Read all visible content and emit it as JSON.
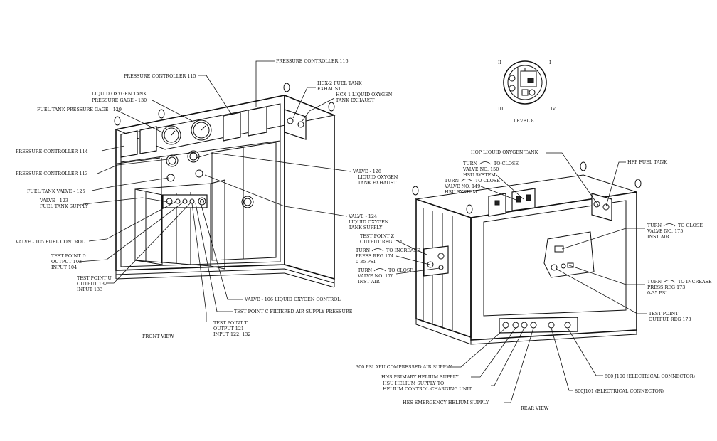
{
  "front_view": {
    "caption": "FRONT VIEW",
    "labels": [
      "PRESSURE CONTROLLER 116",
      "PRESSURE CONTROLLER 115",
      "LIQUID OXYGEN TANK",
      "PRESSURE GAGE - 130",
      "FUEL TANK PRESSURE GAGE - 129",
      "HCX-2 FUEL TANK",
      "EXHAUST",
      "HCX-1 LIQUID OXYGEN",
      "TANK EXHAUST",
      "PRESSURE CONTROLLER 114",
      "PRESSURE CONTROLLER 113",
      "FUEL TANK VALVE - 125",
      "VALVE - 123",
      "FUEL TANK SUPPLY",
      "VALVE - 105 FUEL CONTROL",
      "TEST POINT D",
      "OUTPUT 102",
      "INPUT 104",
      "TEST POINT U",
      "OUTPUT 132",
      "INPUT 133",
      "VALVE - 126",
      "LIQUID OXYGEN",
      "TANK EXHAUST",
      "VALVE - 124",
      "LIQUID OXYGEN",
      "TANK SUPPLY",
      "VALVE - 106 LIQUID OXYGEN CONTROL",
      "TEST POINT C FILTERED AIR SUPPLY PRESSURE",
      "TEST POINT T",
      "OUTPUT 121",
      "INPUT 122, 132"
    ]
  },
  "level_inset": {
    "quadrants": [
      "II",
      "I",
      "III",
      "IV"
    ],
    "caption": "LEVEL 8"
  },
  "rear_view": {
    "caption": "REAR VIEW",
    "labels": [
      "HOP LIQUID OXYGEN TANK",
      "HFP FUEL TANK",
      "TURN",
      "TO CLOSE",
      "VALVE NO. 150",
      "HSU SYSTEM",
      "TURN",
      "TO CLOSE",
      "VALVE NO. 149",
      "HSU SYSTEM",
      "TURN",
      "TO CLOSE",
      "VALVE NO. 175",
      "INST AIR",
      "TEST POINT Z",
      "OUTPUT REG 174",
      "TURN",
      "TO INCREASE",
      "PRESS REG 174",
      "0-35 PSI",
      "TURN",
      "TO CLOSE",
      "VALVE NO. 176",
      "INST AIR",
      "TURN",
      "TO INCREASE",
      "PRESS REG 173",
      "0-35 PSI",
      "TEST POINT",
      "OUTPUT REG 173",
      "300 PSI APU COMPRESSED AIR SUPPLY",
      "HNS PRIMARY HELIUM SUPPLY",
      "HSU HELIUM SUPPLY TO",
      "HELIUM CONTROL CHARGING UNIT",
      "HES EMERGENCY HELIUM SUPPLY",
      "800 J100 (ELECTRICAL CONNECTOR)",
      "800J101 (ELECTRICAL CONNECTOR)"
    ]
  }
}
